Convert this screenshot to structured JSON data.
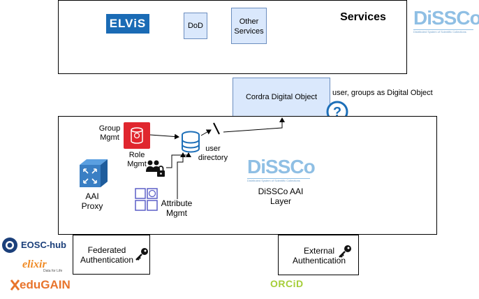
{
  "services": {
    "title": "Services",
    "elvis_logo": "ELViS",
    "dod_label": "DoD",
    "other_services_label": [
      "Other",
      "Services"
    ]
  },
  "dissco_logo_text": "DiSSCo",
  "dissco_logo_subtitle": "Distributed System of Scientific Collections",
  "cordra": {
    "label": "Cordra Digital Object",
    "annotation": "user, groups as Digital Object"
  },
  "aai_layer": {
    "group_mgmt": [
      "Group",
      "Mgmt"
    ],
    "role_mgmt": [
      "Role",
      "Mgmt"
    ],
    "user_directory": [
      "user",
      "directory"
    ],
    "aai_proxy": [
      "AAI",
      "Proxy"
    ],
    "attribute_mgmt": [
      "Attribute",
      "Mgmt"
    ],
    "layer_label": [
      "DiSSCo AAI",
      "Layer"
    ]
  },
  "federated_auth": [
    "Federated",
    "Authentication"
  ],
  "external_auth": [
    "External",
    "Authentication"
  ],
  "logos": {
    "eosc_hub": "EOSC-hub",
    "elixir": "elixir",
    "elixir_tagline": "Data for Life",
    "edugain": "eduGAIN",
    "orcid": "ORCiD"
  },
  "colors": {
    "cordra_fill": "#dae8fc",
    "dod_fill": "#dae8fc",
    "elvis_blue": "#1a6bb5",
    "dissco_blue": "#5a9fd4",
    "role_red": "#e0262e",
    "proxy_blue": "#3a7fc4",
    "attribute_purple": "#5b5fc7",
    "db_blue": "#1d6fb8",
    "orcid_green": "#a6ce39",
    "edugain_orange": "#e8742c"
  }
}
